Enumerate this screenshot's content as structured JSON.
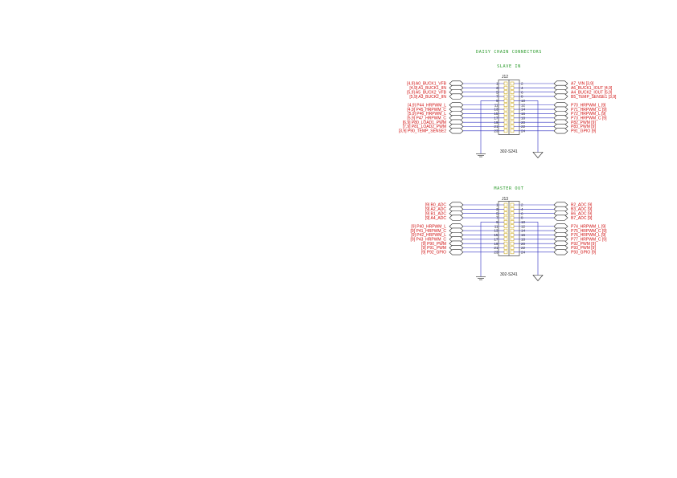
{
  "title": "DAISY CHAIN CONNECTORS",
  "connectors": [
    {
      "section_label": "SLAVE IN",
      "designator": "J12",
      "part_number": "302-S241",
      "left_nets": [
        {
          "ref": "[4,9]",
          "name": "A0_BUCK1_VFB"
        },
        {
          "ref": "[4,9]",
          "name": "A1_BUCK1_IIN"
        },
        {
          "ref": "[5,9]",
          "name": "A5_BUCK2_VFB"
        },
        {
          "ref": "[5,9]",
          "name": "A3_BUCK2_IIN"
        },
        {
          "ref": "[4,9]",
          "name": "P44_HRPWM_L"
        },
        {
          "ref": "[4,9]",
          "name": "P45_HRPWM_C"
        },
        {
          "ref": "[5,9]",
          "name": "P46_HRPWM_L"
        },
        {
          "ref": "[5,9]",
          "name": "P47_HRPWM_C"
        },
        {
          "ref": "[6,9]",
          "name": "P80_LOAD1_PWM"
        },
        {
          "ref": "[7,9]",
          "name": "P81_LOAD2_PWM"
        },
        {
          "ref": "[3,9]",
          "name": "P90_TEMP_SENSE2"
        }
      ],
      "right_nets": [
        {
          "name": "A7_VIN",
          "ref": "[3,9]"
        },
        {
          "name": "A6_BUCK1_IOUT",
          "ref": "[4,9]"
        },
        {
          "name": "A4_BUCK2_IOUT",
          "ref": "[5,9]"
        },
        {
          "name": "B5_TEMP_SENSE1",
          "ref": "[3,9]"
        },
        {
          "name": "P70_HRPWM_L",
          "ref": "[9]"
        },
        {
          "name": "P71_HRPWM_C",
          "ref": "[9]"
        },
        {
          "name": "P72_HRPWM_L",
          "ref": "[9]"
        },
        {
          "name": "P73_HRPWM_C",
          "ref": "[9]"
        },
        {
          "name": "P82_PWM",
          "ref": "[9]"
        },
        {
          "name": "P83_PWM",
          "ref": "[9]"
        },
        {
          "name": "P91_GPIO",
          "ref": "[9]"
        }
      ]
    },
    {
      "section_label": "MASTER OUT",
      "designator": "J13",
      "part_number": "302-S241",
      "left_nets": [
        {
          "ref": "[9]",
          "name": "B0_ADC"
        },
        {
          "ref": "[9]",
          "name": "A2_ADC"
        },
        {
          "ref": "[9]",
          "name": "B1_ADC"
        },
        {
          "ref": "[9]",
          "name": "A4_ADC"
        },
        {
          "ref": "[9]",
          "name": "P40_HRPWM_L"
        },
        {
          "ref": "[9]",
          "name": "P41_HRPWM_C"
        },
        {
          "ref": "[9]",
          "name": "P42_HRPWM_L"
        },
        {
          "ref": "[9]",
          "name": "P43_HRPWM_C"
        },
        {
          "ref": "[9]",
          "name": "P90_PWM"
        },
        {
          "ref": "[9]",
          "name": "P91_PWM"
        },
        {
          "ref": "[9]",
          "name": "P92_GPIO"
        }
      ],
      "right_nets": [
        {
          "name": "B2_ADC",
          "ref": "[9]"
        },
        {
          "name": "B3_ADC",
          "ref": "[9]"
        },
        {
          "name": "B6_ADC",
          "ref": "[9]"
        },
        {
          "name": "B7_ADC",
          "ref": "[9]"
        },
        {
          "name": "P74_HRPWM_L",
          "ref": "[9]"
        },
        {
          "name": "P75_HRPWM_C",
          "ref": "[9]"
        },
        {
          "name": "P76_HRPWM_L",
          "ref": "[9]"
        },
        {
          "name": "P77_HRPWM_C",
          "ref": "[9]"
        },
        {
          "name": "P92_PWM",
          "ref": "[9]"
        },
        {
          "name": "P93_PWM",
          "ref": "[9]"
        },
        {
          "name": "P93_GPIO",
          "ref": "[9]"
        }
      ]
    }
  ],
  "pin_numbers": {
    "odd": [
      "1",
      "3",
      "5",
      "7",
      "9",
      "11",
      "13",
      "15",
      "17",
      "19",
      "21",
      "23"
    ],
    "even": [
      "2",
      "4",
      "6",
      "8",
      "10",
      "12",
      "14",
      "16",
      "18",
      "20",
      "22",
      "24"
    ]
  },
  "colors": {
    "net_label": "#d01010",
    "title": "#2a9a2a",
    "wire": "#3030c0",
    "pad": "#c8a000",
    "background": "#ffffff"
  }
}
